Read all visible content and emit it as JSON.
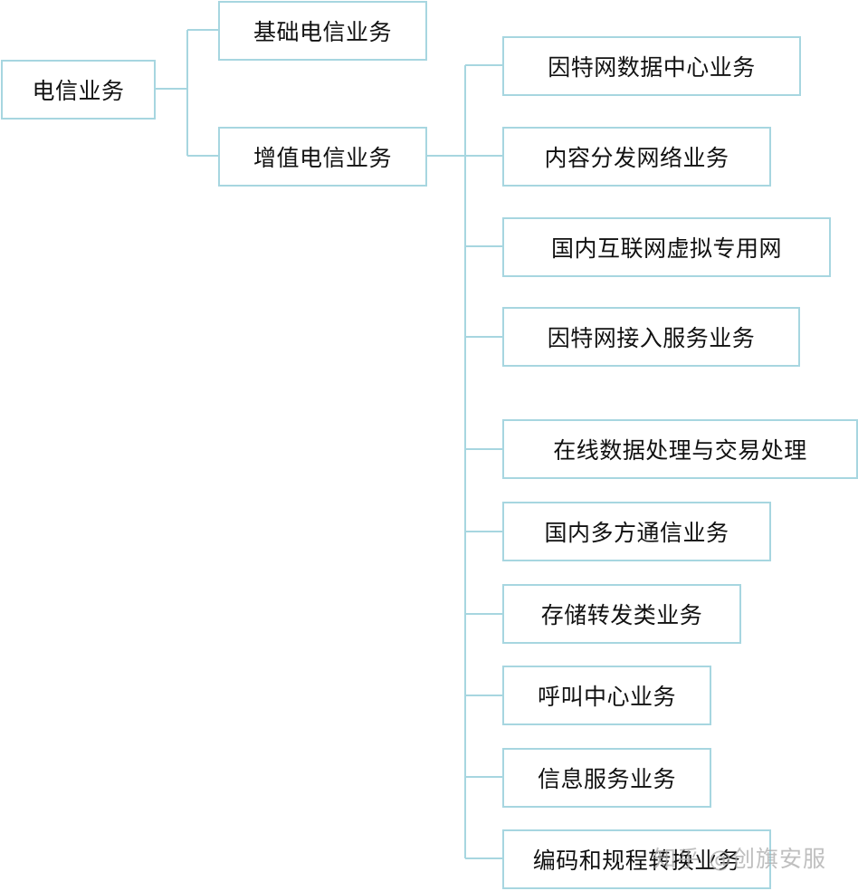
{
  "root": {
    "label": "电信业务"
  },
  "level1": [
    {
      "label": "基础电信业务"
    },
    {
      "label": "增值电信业务"
    }
  ],
  "value_added_services": [
    {
      "label": "因特网数据中心业务"
    },
    {
      "label": "内容分发网络业务"
    },
    {
      "label": "国内互联网虚拟专用网"
    },
    {
      "label": "因特网接入服务业务"
    },
    {
      "label": "在线数据处理与交易处理"
    },
    {
      "label": "国内多方通信业务"
    },
    {
      "label": "存储转发类业务"
    },
    {
      "label": "呼叫中心业务"
    },
    {
      "label": "信息服务业务"
    },
    {
      "label": "编码和规程转换业务"
    }
  ],
  "watermark": "知乎 @创旗安服",
  "colors": {
    "border": "#a7d6e0",
    "connector": "#a7d6e0",
    "text": "#111111"
  }
}
